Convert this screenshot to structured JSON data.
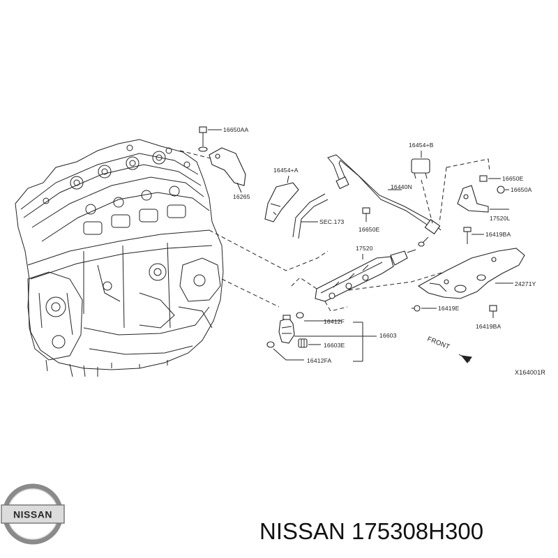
{
  "diagram": {
    "labels": {
      "p16650AA": "16650AA",
      "p16265": "16265",
      "p16454A": "16454+A",
      "sec173": "SEC.173",
      "p16650E_a": "16650E",
      "p16440N": "16440N",
      "p16454B": "16454+B",
      "p16650E_b": "16650E",
      "p16650A": "16650A",
      "p17520L": "17520L",
      "p16419BA_a": "16419BA",
      "p17520": "17520",
      "p24271Y": "24271Y",
      "p16419E": "16419E",
      "p16412F": "16412F",
      "p16603": "16603",
      "p16419BA_b": "16419BA",
      "p16603E": "16603E",
      "p16412FA": "16412FA",
      "front": "FRONT",
      "ref": "X164001R"
    }
  },
  "footer": {
    "logo_text": "NISSAN",
    "part_title": "NISSAN 175308H300"
  }
}
